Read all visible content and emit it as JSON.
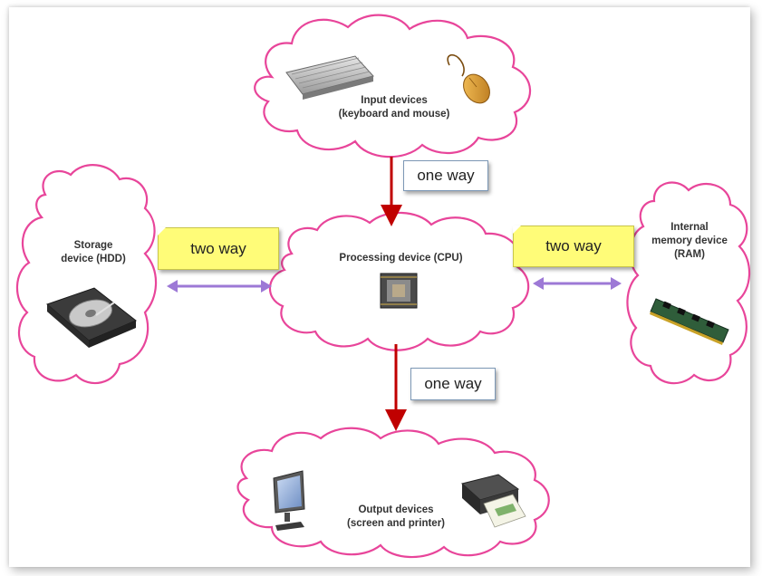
{
  "nodes": {
    "input": {
      "line1": "Input devices",
      "line2": "(keyboard and mouse)"
    },
    "storage": {
      "line1": "Storage",
      "line2": "device (HDD)"
    },
    "processing": {
      "line1": "Processing device (CPU)"
    },
    "memory": {
      "line1": "Internal",
      "line2": "memory device",
      "line3": "(RAM)"
    },
    "output": {
      "line1": "Output devices",
      "line2": "(screen and printer)"
    }
  },
  "edges": {
    "input_to_cpu": "one way",
    "cpu_to_output": "one way",
    "storage_cpu": "two way",
    "cpu_memory": "two way"
  },
  "colors": {
    "cloud_outline": "#e8459a",
    "one_way_arrow": "#c00000",
    "two_way_arrow": "#9d79d6",
    "two_way_label_bg": "#fffc78"
  },
  "icons": [
    "keyboard-icon",
    "mouse-icon",
    "hard-drive-icon",
    "cpu-chip-icon",
    "ram-module-icon",
    "monitor-icon",
    "printer-icon"
  ]
}
